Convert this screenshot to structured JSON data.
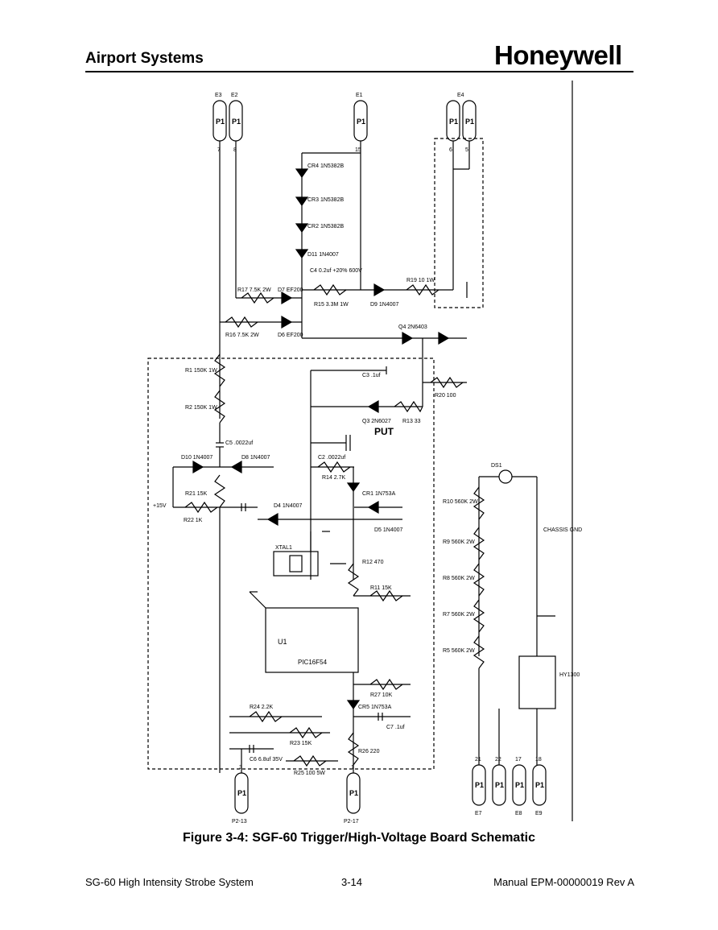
{
  "header": {
    "title": "Airport Systems",
    "logo": "Honeywell"
  },
  "caption": "Figure 3-4: SGF-60 Trigger/High-Voltage Board Schematic",
  "footer": {
    "left": "SG-60 High Intensity Strobe System",
    "center": "3-14",
    "right": "Manual EPM-00000019 Rev A"
  },
  "schematic": {
    "connectors_top": [
      {
        "label": "P1",
        "ref": "E3",
        "pin": "7"
      },
      {
        "label": "P1",
        "ref": "E2",
        "pin": "8"
      },
      {
        "label": "P1",
        "ref": "E1",
        "pin": "15"
      },
      {
        "label": "P1",
        "ref": "E4",
        "pin": "6"
      },
      {
        "label": "P1",
        "ref": "",
        "pin": "5"
      }
    ],
    "connectors_bottom": [
      {
        "label": "P1",
        "ref": "P2-13",
        "pin": "3"
      },
      {
        "label": "P1",
        "ref": "P2-17",
        "pin": "1"
      },
      {
        "label": "P1",
        "ref": "E7",
        "pin": "21"
      },
      {
        "label": "P1",
        "ref": "",
        "pin": "22"
      },
      {
        "label": "P1",
        "ref": "E8",
        "pin": "17"
      },
      {
        "label": "P1",
        "ref": "E9",
        "pin": "18"
      }
    ],
    "labels": {
      "put": "PUT",
      "ic": "PIC16F54",
      "ic_ref": "U1",
      "q3": "Q3 2N6027",
      "q4": "Q4 2N6403",
      "xtal": "XTAL1",
      "ds1": "DS1",
      "chassis": "CHASSIS GND",
      "bridge": "HY1300",
      "plus15v": "+15V",
      "r1": "R1 150K 1W",
      "r2": "R2 150K 1W",
      "r15": "R15 3.3M 1W",
      "r19": "R19 10 1W",
      "c4": "C4 0.2uf +20% 600V",
      "c3": "C3 .1uf",
      "c2": "C2 .0022uf",
      "r20": "R20 100",
      "r13": "R13 33",
      "r14": "R14 2.7K",
      "r12": "R12 470",
      "r11": "R11 15K",
      "r27": "R27 10K",
      "r26": "R26 220",
      "r24": "R24 2.2K",
      "r23": "R23 15K",
      "r25": "R25 100 5W",
      "r22": "R22 1K",
      "r21": "R21 15K",
      "cr1": "CR1 1N753A",
      "cr5": "CR5 1N753A",
      "c5": "C5 .0022uf",
      "c6": "C6 6.8uf 35V",
      "c7": "C7 .1uf",
      "d5": "D5 1N4007",
      "d4": "D4 1N4007",
      "d6": "D6 EF200",
      "d7": "D7 EF200",
      "d8": "D8 1N4007",
      "d9": "D9 1N4007",
      "d10": "D10 1N4007",
      "d11": "D11 1N4007",
      "cr2": "CR2 1N5382B",
      "cr3": "CR3 1N5382B",
      "cr4": "CR4 1N5382B",
      "r16": "R16 7.5K 2W",
      "r17": "R17 7.5K 2W",
      "r5": "R5 560K 2W",
      "r7": "R7 560K 2W",
      "r8": "R8 560K 2W",
      "r9": "R9 560K 2W",
      "r10": "R10 560K 2W"
    }
  }
}
